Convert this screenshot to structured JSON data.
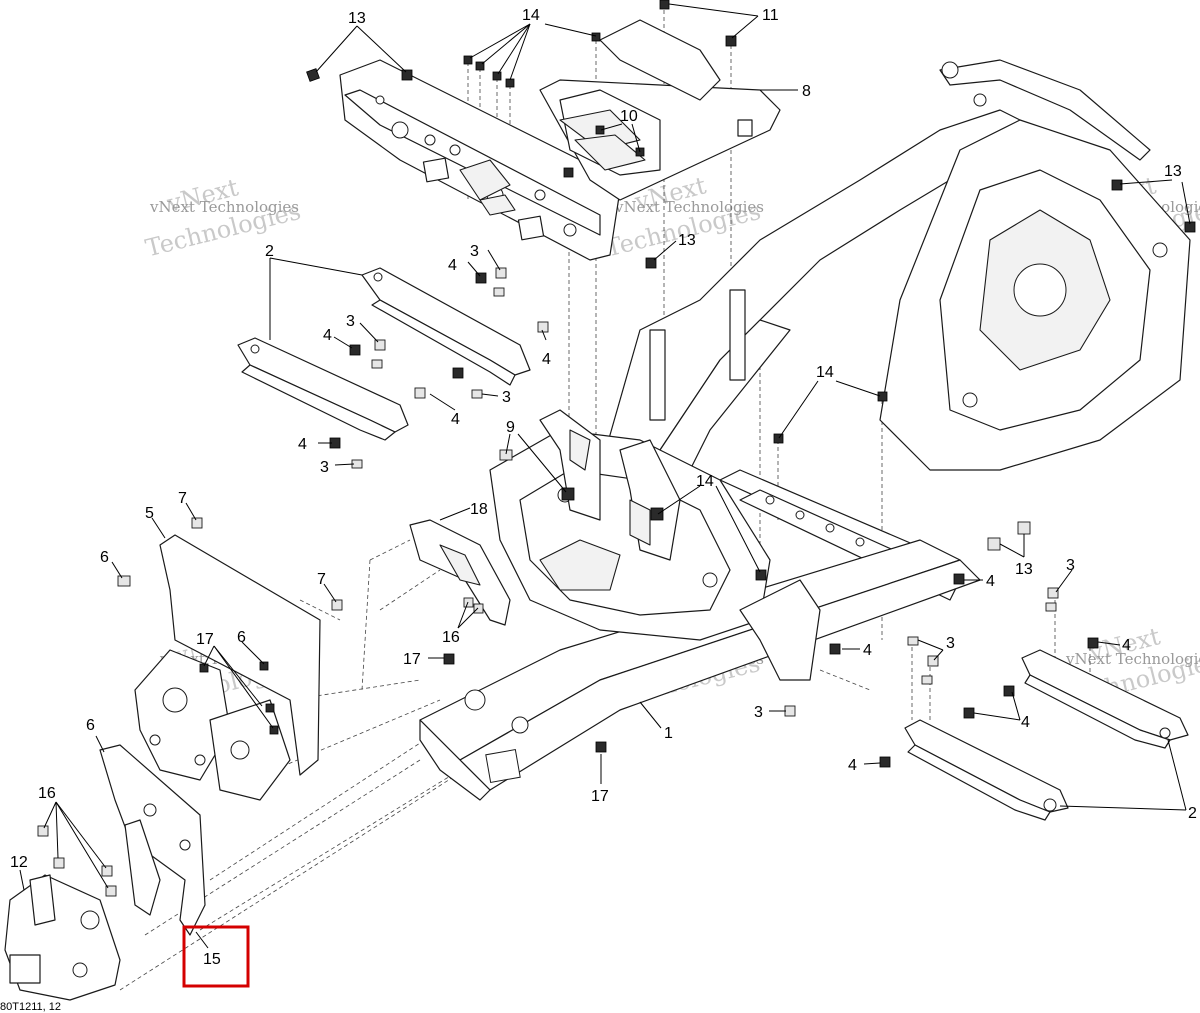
{
  "diagram": {
    "doc_id": "80T1211, 12",
    "watermark_text": "vNext Technologies",
    "watermark_parts": [
      "vNext",
      "Technologies"
    ],
    "highlight_color": "#d40000",
    "callouts": [
      {
        "id": "c13a",
        "text": "13"
      },
      {
        "id": "c14a",
        "text": "14"
      },
      {
        "id": "c11",
        "text": "11"
      },
      {
        "id": "c8",
        "text": "8"
      },
      {
        "id": "c10",
        "text": "10"
      },
      {
        "id": "c13b",
        "text": "13"
      },
      {
        "id": "c13c",
        "text": "13"
      },
      {
        "id": "c2a",
        "text": "2"
      },
      {
        "id": "c3a",
        "text": "3"
      },
      {
        "id": "c4a",
        "text": "4"
      },
      {
        "id": "c4b",
        "text": "4"
      },
      {
        "id": "c3b",
        "text": "3"
      },
      {
        "id": "c4c",
        "text": "4"
      },
      {
        "id": "c4d",
        "text": "4"
      },
      {
        "id": "c3c",
        "text": "3"
      },
      {
        "id": "c4e",
        "text": "4"
      },
      {
        "id": "c3d",
        "text": "3"
      },
      {
        "id": "c9",
        "text": "9"
      },
      {
        "id": "c14b",
        "text": "14"
      },
      {
        "id": "c14c",
        "text": "14"
      },
      {
        "id": "c7a",
        "text": "7"
      },
      {
        "id": "c5",
        "text": "5"
      },
      {
        "id": "c6a",
        "text": "6"
      },
      {
        "id": "c18",
        "text": "18"
      },
      {
        "id": "c7b",
        "text": "7"
      },
      {
        "id": "c17a",
        "text": "17"
      },
      {
        "id": "c6b",
        "text": "6"
      },
      {
        "id": "c16a",
        "text": "16"
      },
      {
        "id": "c17b",
        "text": "17"
      },
      {
        "id": "c1",
        "text": "1"
      },
      {
        "id": "c4f",
        "text": "4"
      },
      {
        "id": "c3e",
        "text": "3"
      },
      {
        "id": "c17c",
        "text": "17"
      },
      {
        "id": "c13d",
        "text": "13"
      },
      {
        "id": "c4g",
        "text": "4"
      },
      {
        "id": "c3f",
        "text": "3"
      },
      {
        "id": "c3g",
        "text": "3"
      },
      {
        "id": "c4h",
        "text": "4"
      },
      {
        "id": "c4i",
        "text": "4"
      },
      {
        "id": "c4j",
        "text": "4"
      },
      {
        "id": "c2b",
        "text": "2"
      },
      {
        "id": "c6c",
        "text": "6"
      },
      {
        "id": "c16b",
        "text": "16"
      },
      {
        "id": "c12",
        "text": "12"
      },
      {
        "id": "c15",
        "text": "15"
      }
    ]
  }
}
